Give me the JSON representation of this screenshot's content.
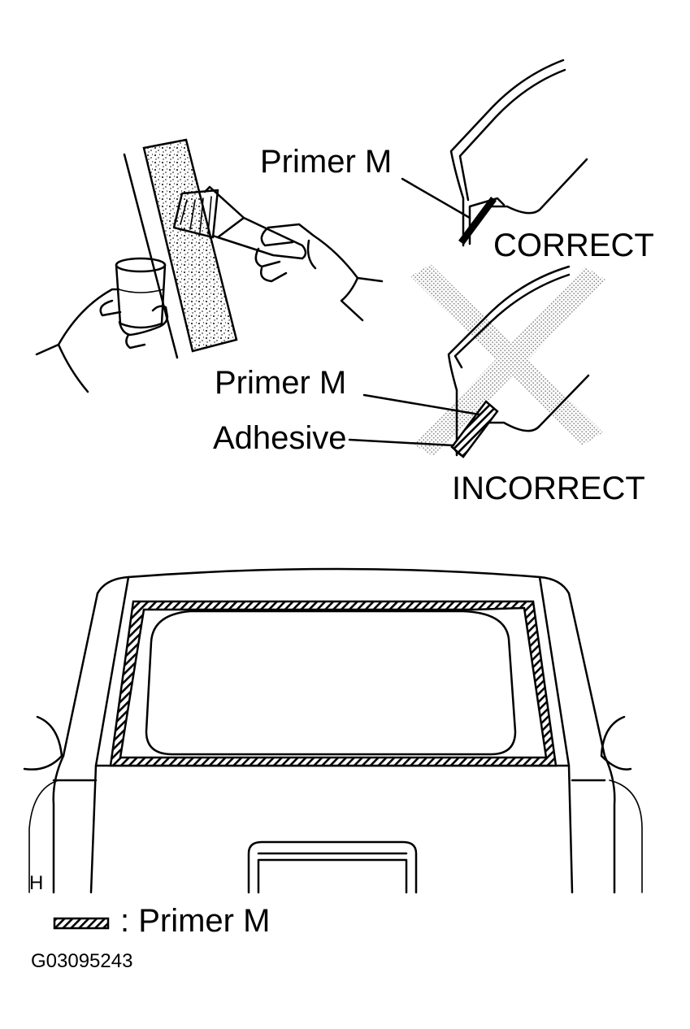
{
  "labels": {
    "primer_top": "Primer M",
    "correct": "CORRECT",
    "primer_mid": "Primer M",
    "adhesive": "Adhesive",
    "incorrect": "INCORRECT",
    "view_marker": "H",
    "legend": ": Primer M",
    "figure_id": "G03095243"
  },
  "colors": {
    "line": "#000000",
    "background": "#ffffff",
    "stipple": "#9a9a9a"
  }
}
